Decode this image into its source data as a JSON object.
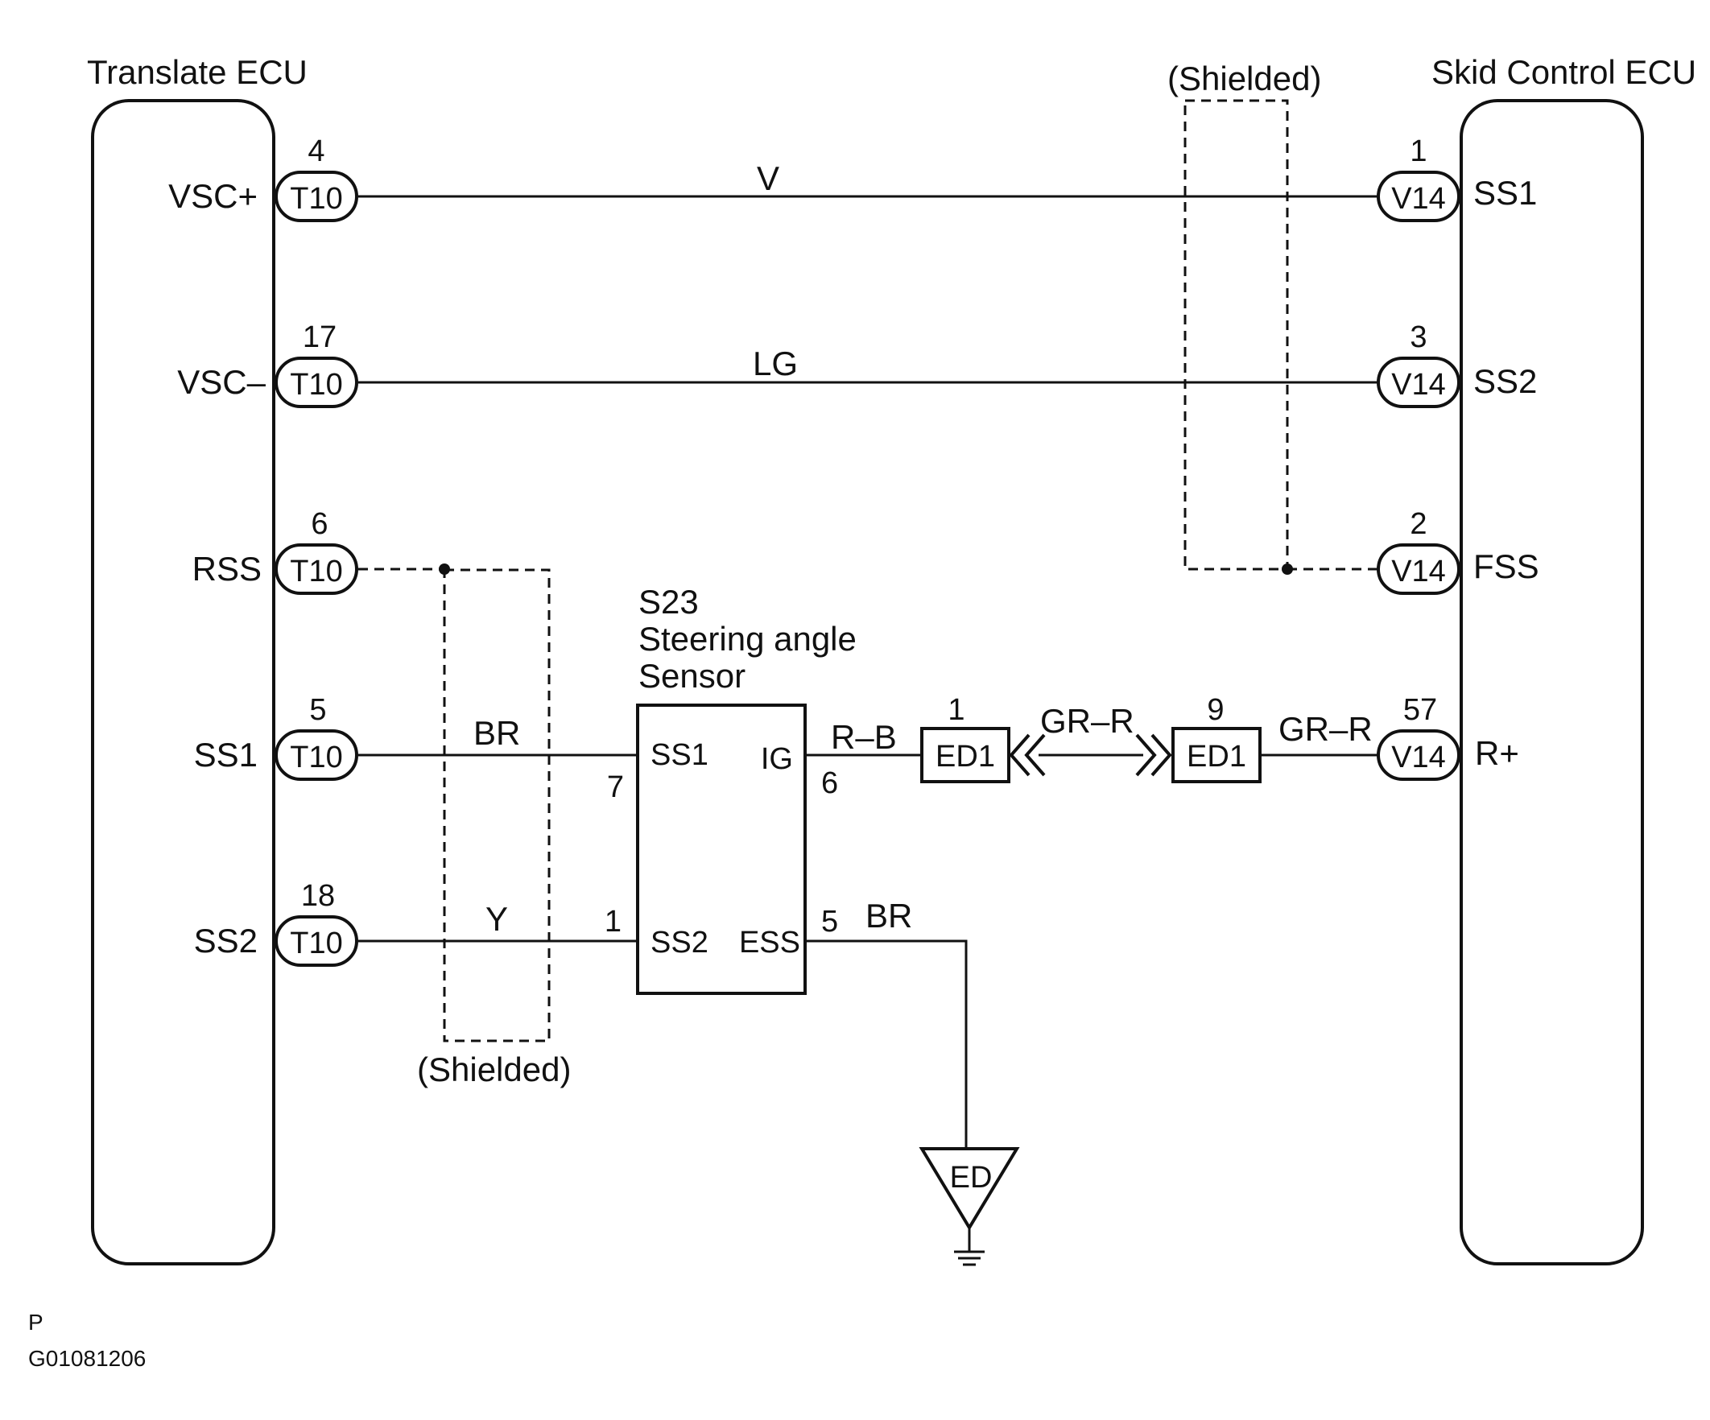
{
  "left_ecu": {
    "title": "Translate ECU",
    "terminals": [
      {
        "name": "VSC+",
        "connector": "T10",
        "pin": "4"
      },
      {
        "name": "VSC–",
        "connector": "T10",
        "pin": "17"
      },
      {
        "name": "RSS",
        "connector": "T10",
        "pin": "6"
      },
      {
        "name": "SS1",
        "connector": "T10",
        "pin": "5"
      },
      {
        "name": "SS2",
        "connector": "T10",
        "pin": "18"
      }
    ]
  },
  "right_ecu": {
    "title": "Skid Control ECU",
    "terminals": [
      {
        "name": "SS1",
        "connector": "V14",
        "pin": "1"
      },
      {
        "name": "SS2",
        "connector": "V14",
        "pin": "3"
      },
      {
        "name": "FSS",
        "connector": "V14",
        "pin": "2"
      },
      {
        "name": "R+",
        "connector": "V14",
        "pin": "57"
      }
    ]
  },
  "sensor": {
    "code": "S23",
    "name_line1": "Steering angle",
    "name_line2": "Sensor",
    "terminals": [
      {
        "name": "SS1",
        "pin": "7"
      },
      {
        "name": "IG",
        "pin": "6"
      },
      {
        "name": "SS2",
        "pin": "1"
      },
      {
        "name": "ESS",
        "pin": "5"
      }
    ]
  },
  "wires": {
    "vsc_plus": "V",
    "vsc_minus": "LG",
    "ss1": "BR",
    "ss2": "Y",
    "ig": "R–B",
    "junction_link": "GR–R",
    "r_plus": "GR–R",
    "ess": "BR"
  },
  "junctions": [
    {
      "connector": "ED1",
      "pin": "1"
    },
    {
      "connector": "ED1",
      "pin": "9"
    }
  ],
  "ground": {
    "label": "ED"
  },
  "shield_label": "(Shielded)",
  "footer": {
    "code_letter": "P",
    "figure_id": "G01081206"
  }
}
